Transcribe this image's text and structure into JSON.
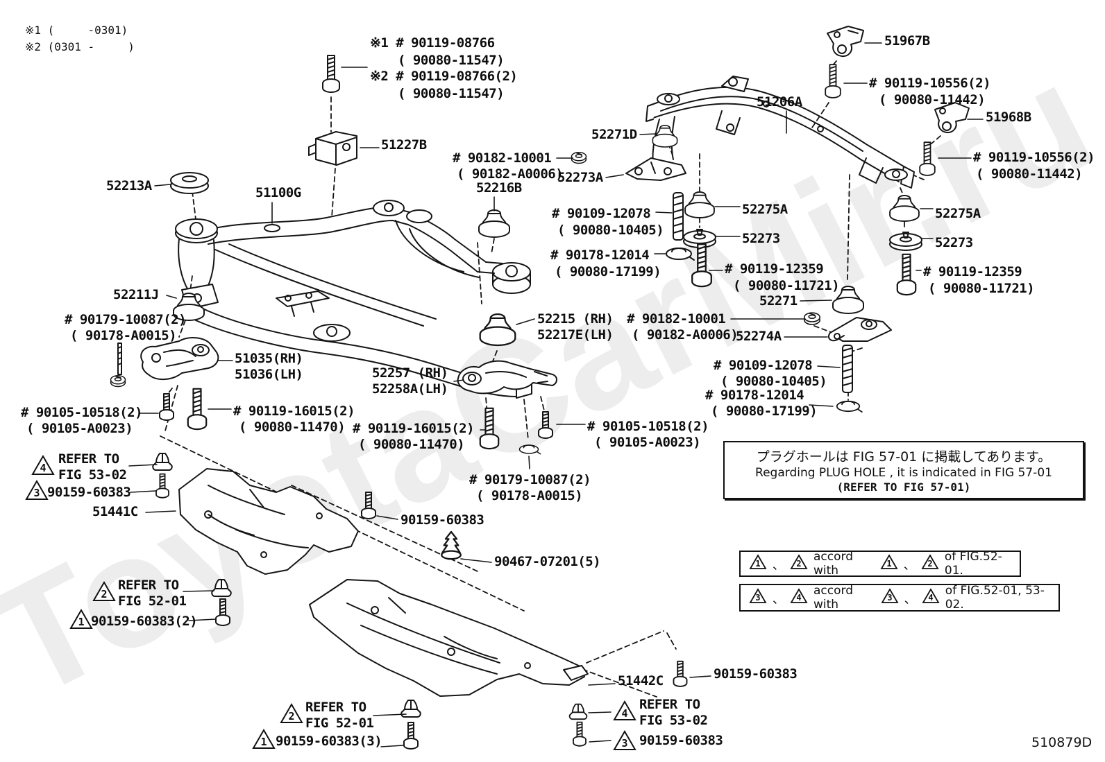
{
  "colors": {
    "background": "#ffffff",
    "line": "#151515",
    "watermark": "#ededed"
  },
  "watermark_text": "ToyotaCarMir.ru",
  "doc_number": "510879D",
  "header_notes": {
    "line1": "※1 (     -0301)",
    "line2": "※2 (0301 -     )"
  },
  "tri": {
    "t1": "1",
    "t2": "2",
    "t3": "3",
    "t4": "4"
  },
  "labels": {
    "b08766_1": "※1 # 90119-08766",
    "b08766_2": "※2 # 90119-08766(2)",
    "sub_11547": "( 90080-11547)",
    "p51227B": "51227B",
    "p52213A": "52213A",
    "p51100G": "51100G",
    "p52271D": "52271D",
    "b90182": "# 90182-10001",
    "b90182_sub": "( 90182-A0006)",
    "p52273A": "52273A",
    "p52216B": "52216B",
    "p51206A": "51206A",
    "p51967B": "51967B",
    "b10556": "# 90119-10556(2)",
    "b10556_sub": "( 90080-11442)",
    "p51968B": "51968B",
    "b12078": "# 90109-12078",
    "b12078_sub": "( 90080-10405)",
    "p52275A": "52275A",
    "p52273": "52273",
    "b12014": "# 90178-12014",
    "b12014_sub": "( 90080-17199)",
    "b12359": "# 90119-12359",
    "b12359_sub": "( 90080-11721)",
    "p52271": "52271",
    "p52211J": "52211J",
    "b10087": "# 90179-10087(2)",
    "b10087_sub": "( 90178-A0015)",
    "p51035": "51035(RH)",
    "p51036": "51036(LH)",
    "b10518": "# 90105-10518(2)",
    "b10518_sub": "( 90105-A0023)",
    "b16015": "# 90119-16015(2)",
    "b16015_sub": "( 90080-11470)",
    "p52215": "52215 (RH)",
    "p52217E": "52217E(LH)",
    "p52274A": "52274A",
    "p52257": "52257 (RH)",
    "p52258A": "52258A(LH)",
    "p51441C": "51441C",
    "p51442C": "51442C",
    "p90159": "90159-60383",
    "p90159_2": "90159-60383(2)",
    "p90159_3": "90159-60383(3)",
    "p90467": "90467-07201(5)",
    "refer_to": "REFER TO",
    "fig5302": "FIG 53-02",
    "fig5201": "FIG 52-01"
  },
  "note_box": {
    "jp": "プラグホールは FIG 57-01 に掲載してあります。",
    "en": "Regarding  PLUG  HOLE , it is indicated in FIG 57-01",
    "ref": "(REFER TO FIG 57-01)"
  },
  "accord": {
    "sep": "、",
    "row1": {
      "a": "1",
      "b": "2",
      "mid": "accord with",
      "suffix": "of FIG.52-01."
    },
    "row2": {
      "a": "3",
      "b": "4",
      "mid": "accord with",
      "suffix": "of FIG.52-01, 53-02."
    }
  }
}
